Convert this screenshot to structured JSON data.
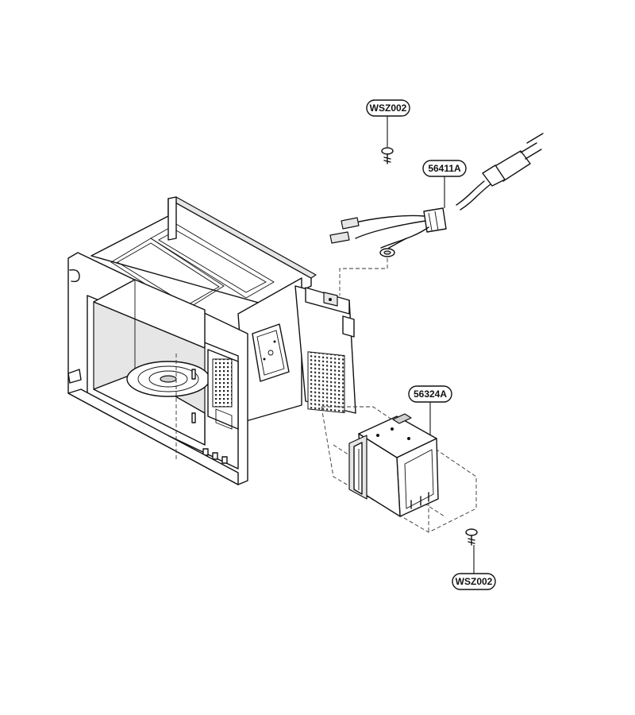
{
  "callouts": {
    "screw_top": "WSZ002",
    "power_cord": "56411A",
    "magnetron": "56324A",
    "screw_bottom": "WSZ002"
  }
}
